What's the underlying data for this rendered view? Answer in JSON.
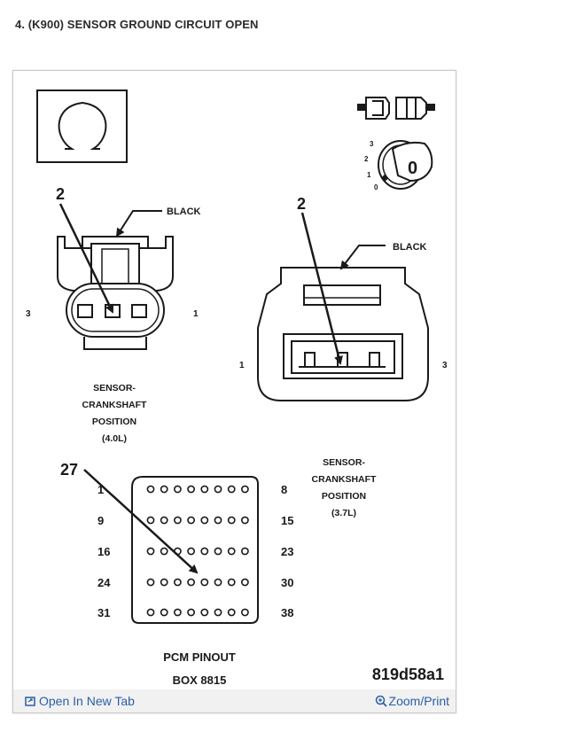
{
  "title": "4. (K900) SENSOR GROUND CIRCUIT OPEN",
  "diagram": {
    "left_connector": {
      "pointer_number": "2",
      "color_label": "BLACK",
      "pin_left": "3",
      "pin_right": "1",
      "caption": [
        "SENSOR-",
        "CRANKSHAFT",
        "POSITION",
        "(4.0L)"
      ]
    },
    "right_connector": {
      "pointer_number": "2",
      "color_label": "BLACK",
      "pin_left": "1",
      "pin_right": "3",
      "caption": [
        "SENSOR-",
        "CRANKSHAFT",
        "POSITION",
        "(3.7L)"
      ]
    },
    "pcm": {
      "pointer_number": "27",
      "left_numbers": [
        "1",
        "9",
        "16",
        "24",
        "31"
      ],
      "right_numbers": [
        "8",
        "15",
        "23",
        "30",
        "38"
      ],
      "caption_line1": "PCM PINOUT",
      "caption_line2": "BOX 8815"
    },
    "ignition_positions": [
      "3",
      "2",
      "1",
      "0"
    ],
    "ignition_key_label": "0",
    "image_code": "819d58a1"
  },
  "toolbar": {
    "open_tab_label": "Open In New Tab",
    "zoom_label": "Zoom/Print"
  },
  "colors": {
    "link": "#2a5ea8",
    "line": "#1a1a1a"
  }
}
